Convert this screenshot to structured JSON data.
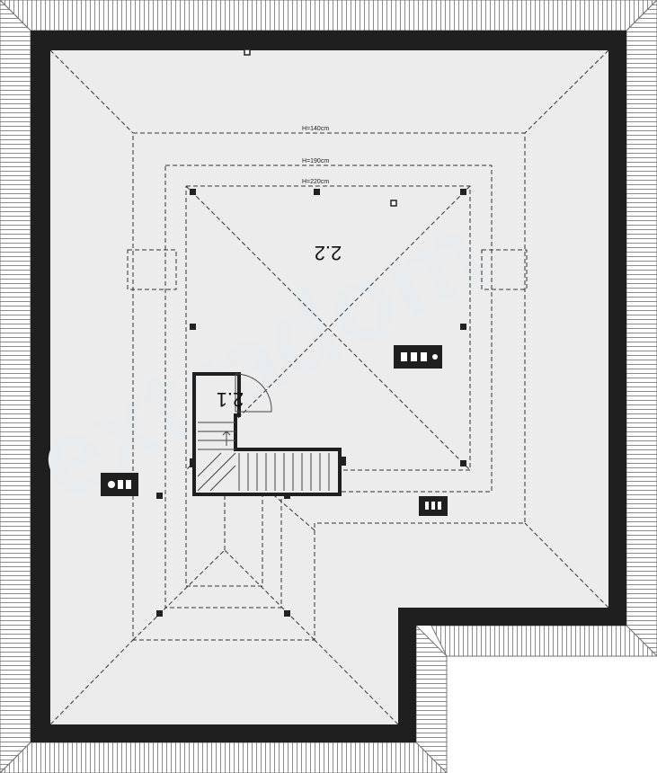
{
  "plan": {
    "rooms": [
      {
        "id": "2.1",
        "label": "2.1"
      },
      {
        "id": "2.2",
        "label": "2.2"
      }
    ],
    "height_lines": [
      {
        "label": "H=140cm"
      },
      {
        "label": "H=190cm"
      },
      {
        "label": "H=220cm"
      }
    ],
    "watermark": "extradom",
    "colors": {
      "wall": "#1f1f1f",
      "floor": "#ececec",
      "roof_hatch": "#9a9a9a",
      "dashed": "#333333"
    }
  }
}
